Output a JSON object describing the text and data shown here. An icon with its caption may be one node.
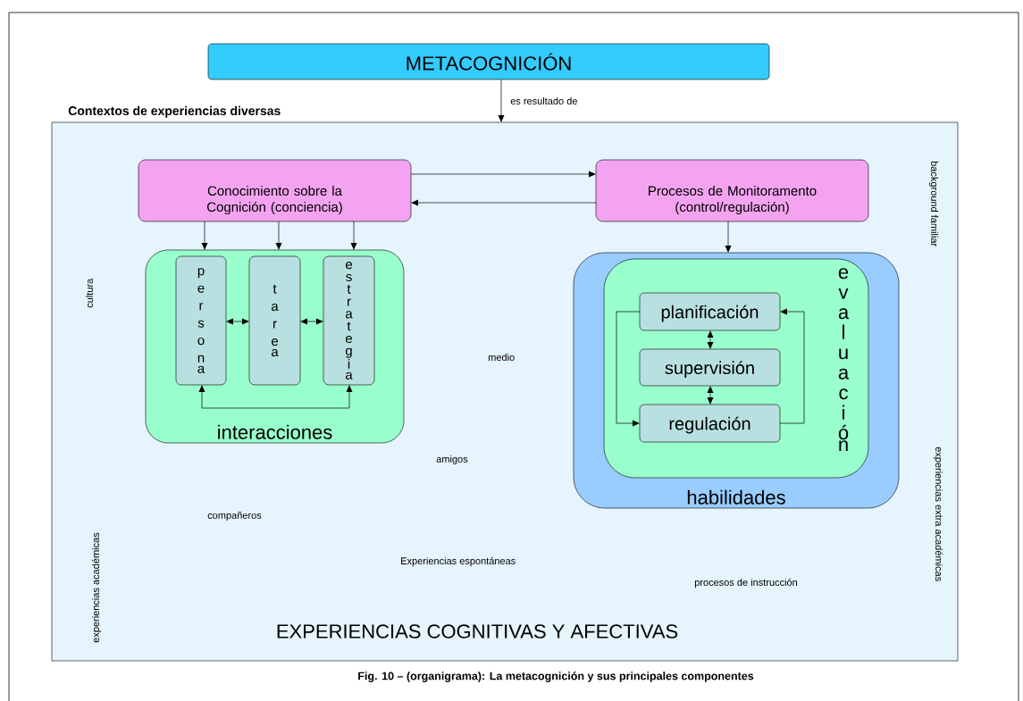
{
  "diagram": {
    "caption": "Fig. 10 – (organigrama): La metacognición y sus principales componentes",
    "nodes": [
      {
        "text": [
          "METACOGNICIÓN"
        ]
      },
      {
        "text": [
          "Contextos de experiencias diversas"
        ]
      },
      {
        "text": [
          "Conocimiento sobre la Cognición (conciencia)"
        ],
        "in": 1
      },
      {
        "text": [
          "Procesos de Monitoramento (control/regulación)"
        ],
        "in": 1
      },
      {
        "text": [
          "interacciones"
        ],
        "in": 1
      },
      {
        "text": [
          "persona"
        ],
        "in": 4
      },
      {
        "text": [
          "tarea"
        ],
        "in": 4
      },
      {
        "text": [
          "estrategia"
        ],
        "in": 4
      },
      {
        "text": [
          "habilidades"
        ],
        "in": 1
      },
      {
        "text": [
          "evaluación"
        ],
        "in": 8
      },
      {
        "text": [
          "planificación"
        ],
        "in": 9
      },
      {
        "text": [
          "supervisión"
        ],
        "in": 9
      },
      {
        "text": [
          "regulación"
        ],
        "in": 9
      }
    ],
    "edges": [
      {
        "from": 0,
        "to": 1,
        "arrow": "to",
        "label": "es resultado de"
      },
      {
        "from": 2,
        "to": 3,
        "arrow": "to"
      },
      {
        "from": 3,
        "to": 2,
        "arrow": "to"
      },
      {
        "from": 2,
        "to": 4,
        "arrow": "to"
      },
      {
        "from": 2,
        "to": 4,
        "arrow": "to"
      },
      {
        "from": 2,
        "to": 4,
        "arrow": "to"
      },
      {
        "from": 5,
        "to": 6,
        "arrow": "both"
      },
      {
        "from": 6,
        "to": 7,
        "arrow": "both"
      },
      {
        "from": 5,
        "to": 7,
        "arrow": "both"
      },
      {
        "from": 3,
        "to": 8,
        "arrow": "to"
      },
      {
        "from": 10,
        "to": 11,
        "arrow": "both"
      },
      {
        "from": 11,
        "to": 12,
        "arrow": "both"
      },
      {
        "from": 10,
        "to": 12,
        "arrow": "to"
      },
      {
        "from": 12,
        "to": 10,
        "arrow": "to"
      }
    ],
    "labels": [
      "background familiar",
      "cultura",
      "medio",
      "amigos",
      "experiencias académicas",
      "compañeros",
      "experiencias extra académicas",
      "Experiencias espontáneas",
      "procesos de instrucción",
      "EXPERIENCIAS COGNITIVAS Y AFECTIVAS"
    ]
  }
}
